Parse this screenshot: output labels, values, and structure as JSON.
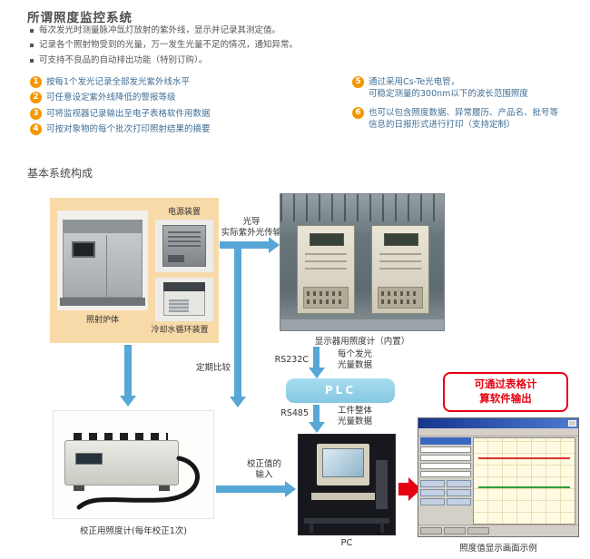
{
  "header": {
    "title": "所谓照度监控系统",
    "bullets": [
      "每次发光时测量脉冲氙灯放射的紫外线，显示并记录其测定值。",
      "记录各个照射物受到的光量，万一发生光量不足的情况，通知异常。",
      "可支持不良品的自动排出功能（特别订购）。"
    ],
    "features_left": [
      {
        "num": "1",
        "text": "按每1个发光记录全部发光紫外线水平"
      },
      {
        "num": "2",
        "text": "可任意设定紫外线降低的警报等级"
      },
      {
        "num": "3",
        "text": "可将监视器记录输出至电子表格软件用数据"
      },
      {
        "num": "4",
        "text": "可按对象物的每个批次打印照射结果的摘要"
      }
    ],
    "features_right": [
      {
        "num": "5",
        "text": "通过采用Cs-Te光电管，\n可稳定测量的300nm以下的波长范围照度"
      },
      {
        "num": "6",
        "text": "也可以包含照度数据、异常履历、产品名、批号等\n信息的日报形式进行打印（支持定制）"
      }
    ]
  },
  "section": {
    "title": "基本系统构成"
  },
  "diagram": {
    "panel": {
      "power_label": "电源装置",
      "furnace_label": "照射炉体",
      "cooling_label": "冷却水循环装置"
    },
    "light_guide": "光导\n实际紫外光传输",
    "monitor_caption": "显示器用照度计（内置）",
    "rs232c_label": "RS232C",
    "per_flash": "每个发光\n光量数据",
    "plc_label": "PLC",
    "rs485_label": "RS485",
    "workpiece": "工件整体\n光量数据",
    "periodic_compare_label": "定期比较",
    "calibration_caption": "校正用照度计(每年校正1次)",
    "calibration_input": "校正值的\n输入",
    "pc_caption": "PC",
    "output_note": "可通过表格计\n算软件输出",
    "screen_caption": "照度值显示画面示例"
  },
  "colors": {
    "accent_orange": "#f39800",
    "feature_text_blue": "#3f6e96",
    "panel_orange": "#f8d9a8",
    "arrow_blue": "#56a7d5",
    "plc_blue": "#93d2ea",
    "alert_red": "#e60012"
  }
}
